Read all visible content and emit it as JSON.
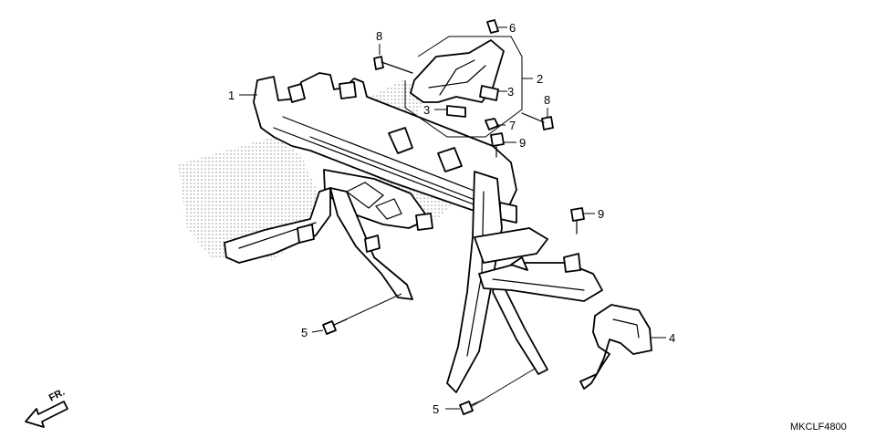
{
  "diagram": {
    "callouts": {
      "c1": "1",
      "c2": "2",
      "c3a": "3",
      "c3b": "3",
      "c4": "4",
      "c5a": "5",
      "c5b": "5",
      "c6": "6",
      "c7": "7",
      "c8a": "8",
      "c8b": "8",
      "c9a": "9",
      "c9b": "9"
    },
    "direction_label": "FR.",
    "diagram_code": "MKCLF4800",
    "shading_color": "#9a9a9a",
    "line_color": "#000000"
  }
}
